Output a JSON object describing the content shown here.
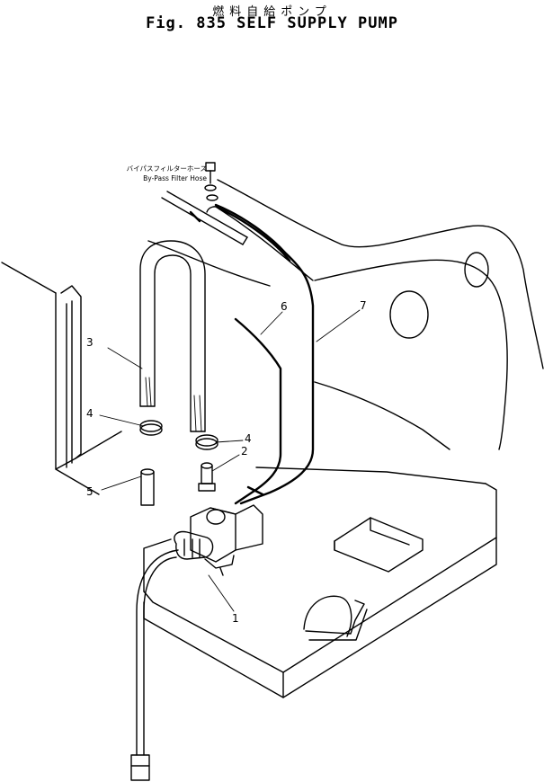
{
  "figure": {
    "title_jp": "燃料自給ポンプ",
    "title_en": "Fig. 835 SELF SUPPLY PUMP"
  },
  "annotation": {
    "jp": "バイパスフィルターホース",
    "en": "By-Pass Filter Hose"
  },
  "callouts": [
    {
      "id": "1",
      "label": "1"
    },
    {
      "id": "2",
      "label": "2"
    },
    {
      "id": "3",
      "label": "3"
    },
    {
      "id": "4a",
      "label": "4"
    },
    {
      "id": "4b",
      "label": "4"
    },
    {
      "id": "5",
      "label": "5"
    },
    {
      "id": "6",
      "label": "6"
    },
    {
      "id": "7",
      "label": "7"
    }
  ]
}
